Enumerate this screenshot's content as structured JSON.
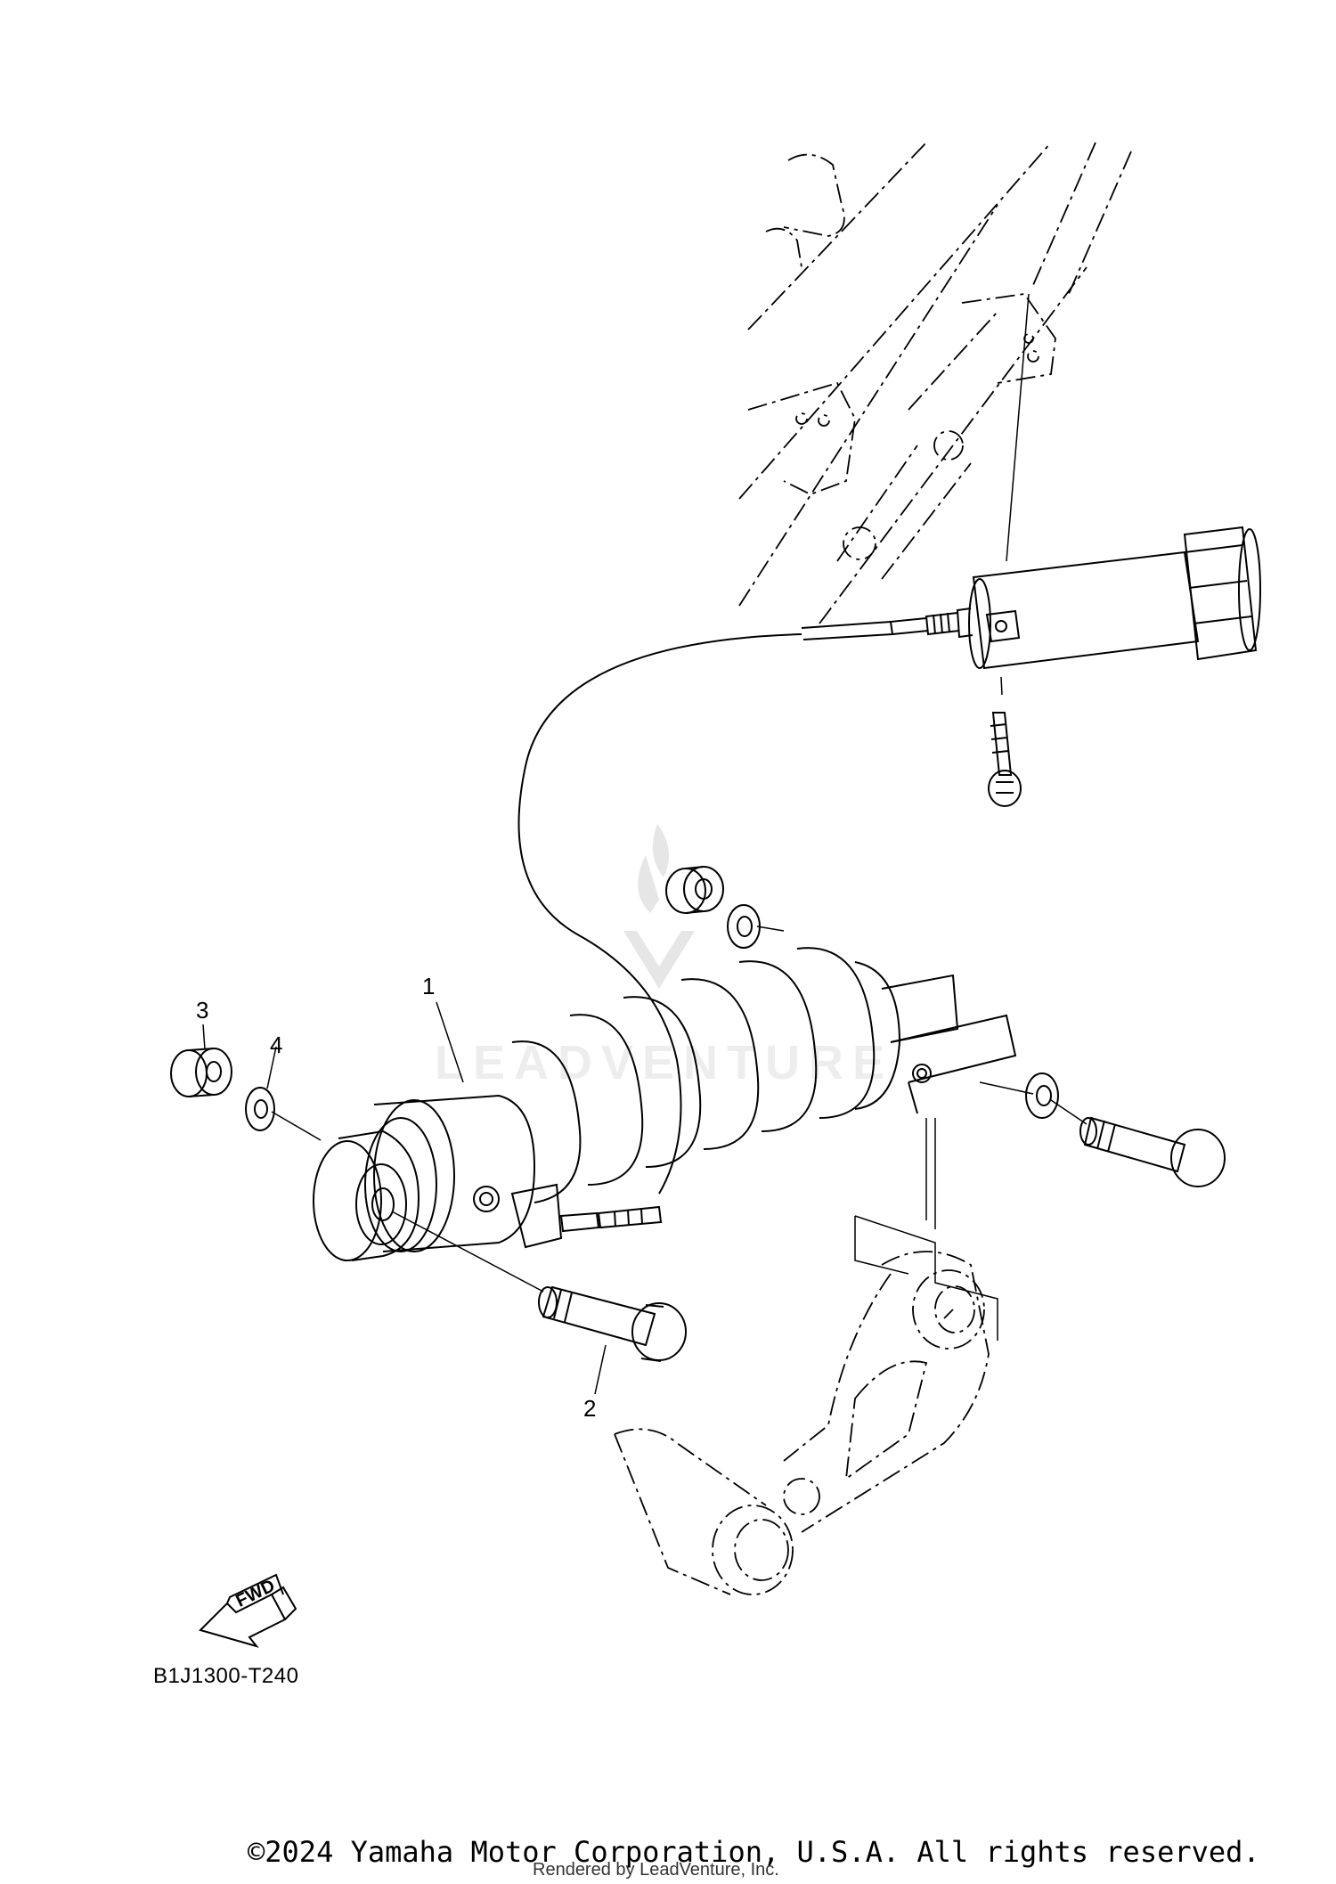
{
  "diagram": {
    "callouts": [
      {
        "id": "1",
        "label": "1"
      },
      {
        "id": "2",
        "label": "2"
      },
      {
        "id": "3",
        "label": "3"
      },
      {
        "id": "4",
        "label": "4"
      }
    ],
    "fwd_arrow_label": "FWD",
    "diagram_code": "B1J1300-T240"
  },
  "footer": {
    "copyright": "©2024 Yamaha Motor Corporation, U.S.A. All rights reserved.",
    "rendered_by": "Rendered by LeadVenture, Inc."
  },
  "watermark": {
    "text": "LEADVENTURE"
  },
  "colors": {
    "line": "#000000",
    "background": "#ffffff",
    "watermark": "#e6e6e6"
  }
}
